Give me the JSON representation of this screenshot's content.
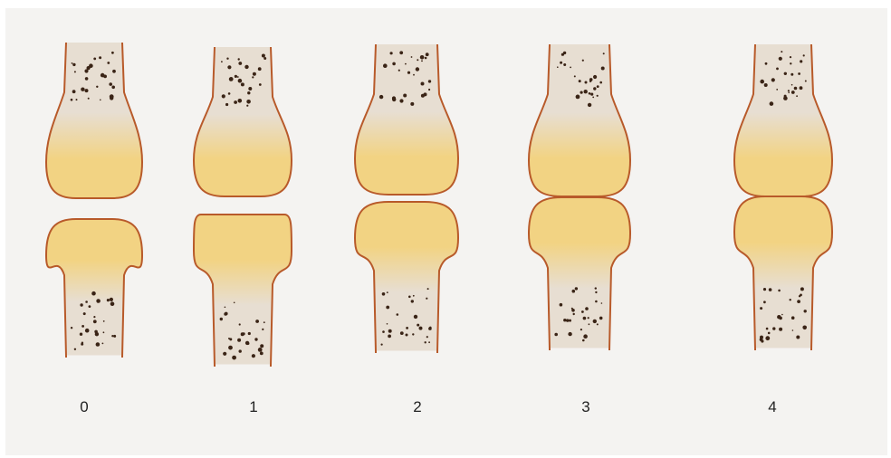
{
  "figure": {
    "grades": [
      {
        "label": "0"
      },
      {
        "label": "1"
      },
      {
        "label": "2"
      },
      {
        "label": "3"
      },
      {
        "label": "4"
      }
    ]
  },
  "colors": {
    "paper": "#f4f3f1",
    "outline": "#b85a2a",
    "cartilage": "#f2d383",
    "bone_fill": "#e7ded2",
    "marrow_dots": "#3a2416"
  },
  "icons": [
    "finger-joint-icon"
  ]
}
